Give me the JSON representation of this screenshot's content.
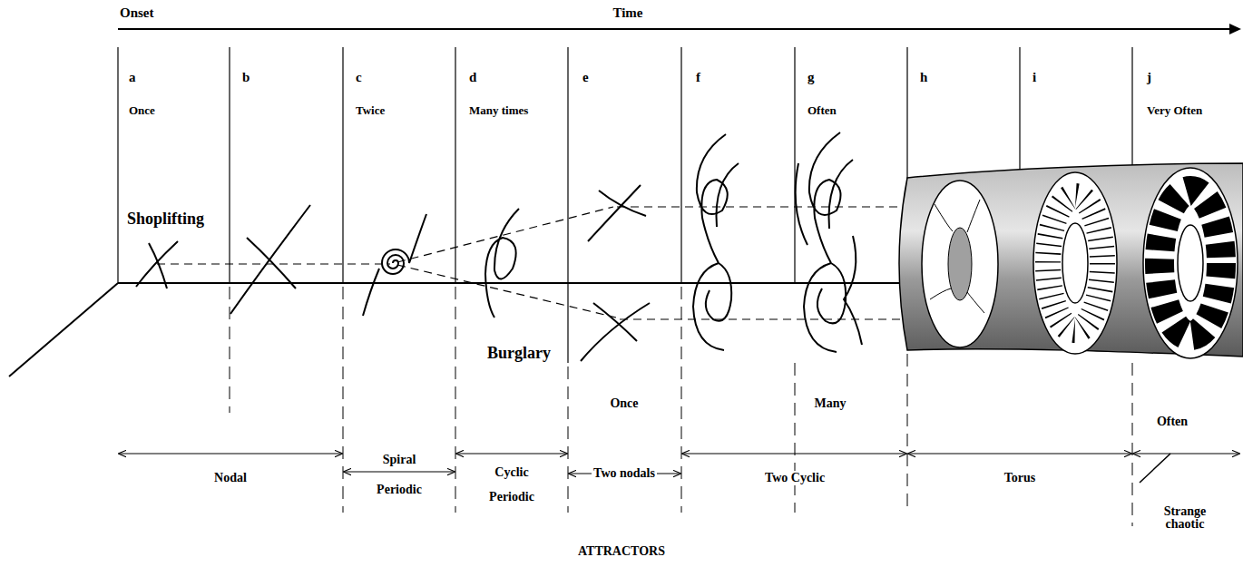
{
  "diagram": {
    "caption": "ATTRACTORS",
    "labels": [
      "Onset",
      "Time",
      "a",
      "Once",
      "b",
      "c",
      "Twice",
      "d",
      "Many times",
      "e",
      "f",
      "g",
      "Often",
      "h",
      "i",
      "j",
      "Very Often",
      "Shoplifting",
      "Burglary",
      "Once",
      "Many",
      "Often",
      "Nodal",
      "Spiral",
      "Periodic",
      "Cyclic",
      "Periodic",
      "Two nodals",
      "Two Cyclic",
      "Torus",
      "Strange chaotic"
    ]
  }
}
